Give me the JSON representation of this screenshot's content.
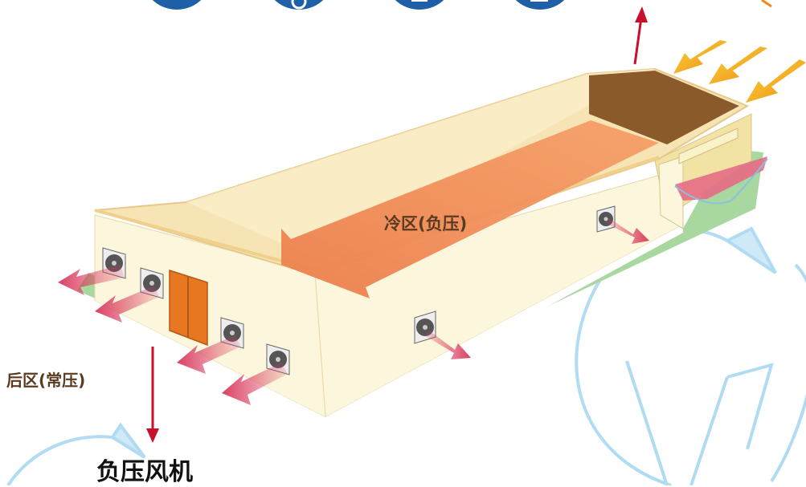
{
  "labels": {
    "cold_zone": "冷区(负压)",
    "rear_zone": "后区(常压)",
    "fan_title": "负压风机"
  },
  "colors": {
    "roof": "#f7e4b5",
    "wall": "#fbf6dc",
    "ground": "#a8d8a0",
    "flow_arrow": "#e8895a",
    "exhaust_arrow": "#d63d5c",
    "sun_arrow": "#f4a41c",
    "pad": "#8b5a2b",
    "door": "#e87722",
    "icon_circle": "#1f5fa8",
    "swirl": "#a9d8f2"
  }
}
